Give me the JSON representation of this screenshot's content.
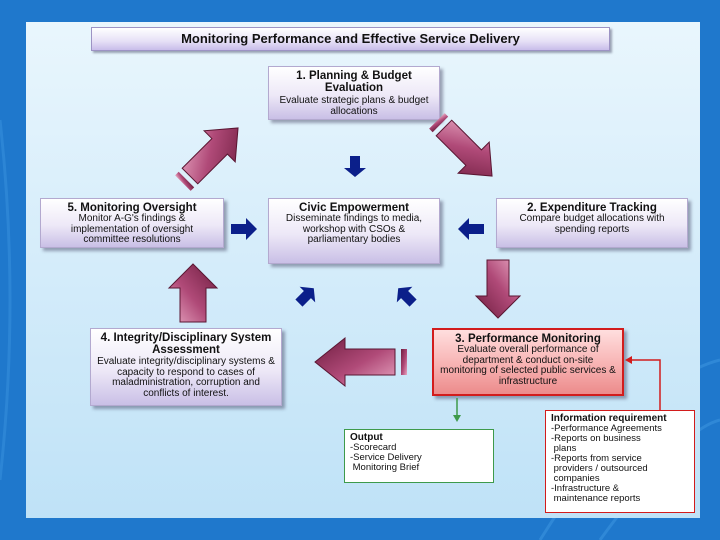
{
  "title": "Monitoring Performance and Effective Service Delivery",
  "boxes": {
    "planning": {
      "title": "1. Planning &  Budget Evaluation",
      "desc": "Evaluate strategic plans & budget allocations"
    },
    "expenditure": {
      "title": "2. Expenditure Tracking",
      "desc": "Compare budget allocations with spending reports"
    },
    "performance": {
      "title": "3. Performance Monitoring",
      "desc": "Evaluate overall performance of department & conduct on-site monitoring of selected public services & infrastructure"
    },
    "integrity": {
      "title": "4. Integrity/Disciplinary System Assessment",
      "desc": "Evaluate integrity/disciplinary systems & capacity to respond to cases of maladministration, corruption and conflicts of interest."
    },
    "oversight": {
      "title": "5. Monitoring Oversight",
      "desc": "Monitor A-G's findings & implementation of oversight committee resolutions"
    },
    "civic": {
      "title": "Civic Empowerment",
      "desc": "Disseminate findings to media, workshop with CSOs & parliamentary bodies"
    }
  },
  "output": {
    "title": "Output",
    "lines": [
      "-Scorecard",
      "-Service Delivery",
      " Monitoring Brief"
    ]
  },
  "info": {
    "title": "Information requirement",
    "lines": [
      "-Performance Agreements",
      "-Reports on business",
      " plans",
      "-Reports from service",
      " providers / outsourced",
      " companies",
      "-Infrastructure &",
      " maintenance reports"
    ]
  },
  "colors": {
    "arrow_maroon": "#8e2a52",
    "arrow_navy": "#0b1f8a",
    "red_accent": "#d21c1c",
    "green_accent": "#3e9a4b",
    "background": "#1f78cc"
  }
}
